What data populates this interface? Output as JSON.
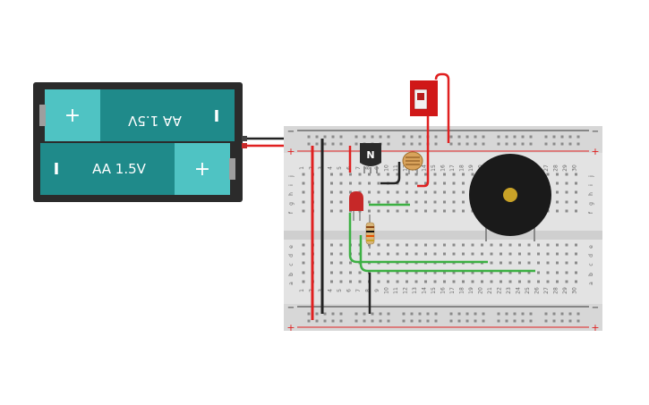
{
  "battery_pack": {
    "cells": [
      {
        "label": "AA 1.5V",
        "plus": "+",
        "minus": "I",
        "orientation": "flipped"
      },
      {
        "label": "AA 1.5V",
        "plus": "+",
        "minus": "I",
        "orientation": "normal"
      }
    ]
  },
  "breadboard": {
    "column_numbers": [
      "1",
      "2",
      "3",
      "4",
      "5",
      "6",
      "7",
      "8",
      "9",
      "10",
      "11",
      "12",
      "13",
      "14",
      "15",
      "16",
      "17",
      "18",
      "19",
      "20",
      "21",
      "22",
      "23",
      "24",
      "25",
      "26",
      "27",
      "28",
      "29",
      "30"
    ],
    "top_row_letters": [
      "j",
      "i",
      "h",
      "g",
      "f"
    ],
    "bottom_row_letters": [
      "e",
      "d",
      "c",
      "b",
      "a"
    ],
    "rail_plus": "+",
    "rail_minus": "−"
  },
  "transistor": {
    "label": "N"
  },
  "colors": {
    "wire_red": "#e02020",
    "wire_black": "#222222",
    "wire_green": "#3cb043",
    "battery_teal": "#1f8a8a",
    "battery_cap": "#4fc3c3",
    "buzzer": "#1a1a1a",
    "buzzer_center": "#c9a227",
    "led_red": "#c62828",
    "switch_red": "#d01818"
  }
}
